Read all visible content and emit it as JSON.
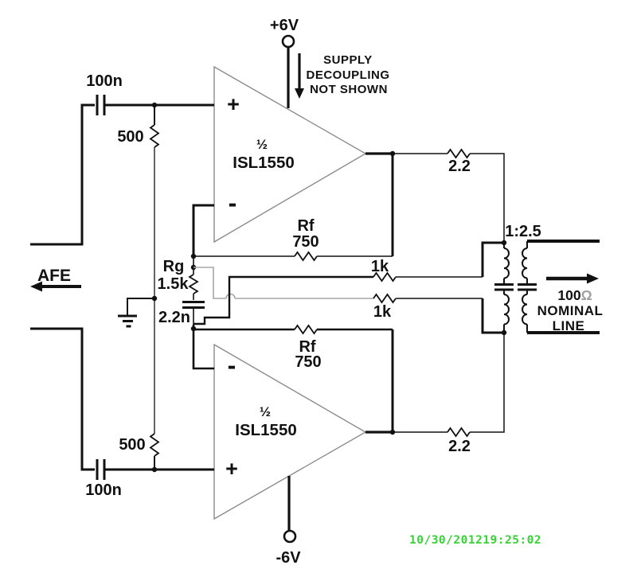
{
  "power": {
    "positive_rail": "+6V",
    "negative_rail": "-6V",
    "decoupling_note_1": "SUPPLY",
    "decoupling_note_2": "DECOUPLING",
    "decoupling_note_3": "NOT SHOWN"
  },
  "amplifiers": {
    "top": {
      "half": "½",
      "part_number": "ISL1550",
      "noninverting": "+",
      "inverting": "-"
    },
    "bottom": {
      "half": "½",
      "part_number": "ISL1550",
      "noninverting": "+",
      "inverting": "-"
    }
  },
  "input": {
    "label": "AFE",
    "coupling_cap_top": "100n",
    "coupling_cap_bottom": "100n",
    "termination_top": "500",
    "termination_bottom": "500"
  },
  "gain_network": {
    "rg_name": "Rg",
    "rg_value": "1.5k",
    "cg_value": "2.2n"
  },
  "feedback": {
    "top_name": "Rf",
    "top_value": "750",
    "bottom_name": "Rf",
    "bottom_value": "750"
  },
  "output_network": {
    "series_top": "2.2",
    "series_bottom": "2.2",
    "sense_top": "1k",
    "sense_bottom": "1k",
    "transformer_ratio": "1:2.5"
  },
  "line": {
    "impedance": "100",
    "ohm": "Ω",
    "nominal": "NOMINAL",
    "line": "LINE"
  },
  "timestamp": "10/30/201219:25:02",
  "colors": {
    "wire": "#111111",
    "gray_wire": "#a6a6a6",
    "amp_outline": "#8c8c8c",
    "ohm_gray": "#a0a0a0",
    "timestamp_green": "#35d435"
  }
}
